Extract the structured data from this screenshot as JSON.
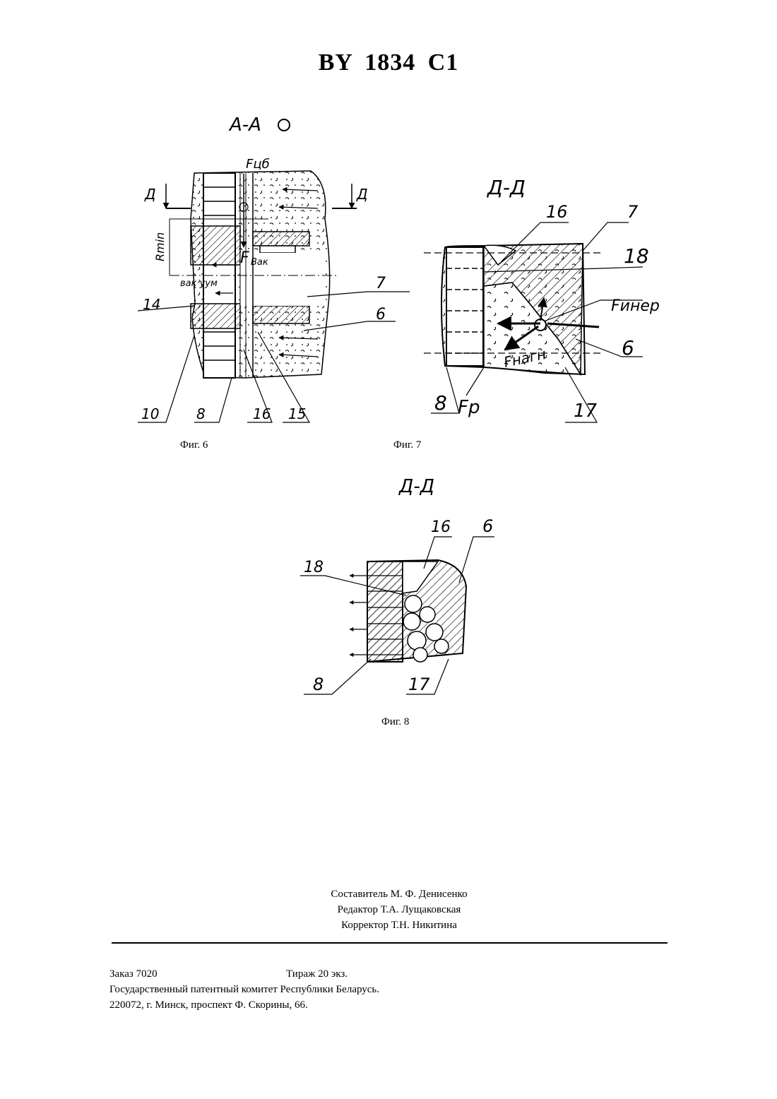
{
  "header": {
    "title": "BY  1834  C1"
  },
  "figures": {
    "fig6": {
      "section_label": "А-А",
      "caption": "Фиг. 6",
      "labels": {
        "f_cb": "Fцб",
        "d_left": "Д",
        "d_right": "Д",
        "r_min": "Rmin",
        "f": "F",
        "vak": "Вак",
        "vakuum": "вак уум",
        "n14": "14",
        "n7": "7",
        "n6": "6",
        "n10": "10",
        "n8": "8",
        "n16": "16",
        "n15": "15"
      }
    },
    "fig7": {
      "section_label": "Д-Д",
      "caption": "Фиг. 7",
      "labels": {
        "n16": "16",
        "n7": "7",
        "n18": "18",
        "f_iner": "Fинер",
        "n6": "6",
        "f_nagn": "Fнагн",
        "n8": "8",
        "f_p": "Fp",
        "n17": "17"
      }
    },
    "fig8": {
      "section_label": "Д-Д",
      "caption": "Фиг. 8",
      "labels": {
        "n16": "16",
        "n6": "6",
        "n18": "18",
        "n8": "8",
        "n17": "17"
      }
    }
  },
  "credits": {
    "compiler": "Составитель М. Ф. Денисенко",
    "editor": "Редактор Т.А. Лущаковская",
    "proofreader": "Корректор Т.Н. Никитина"
  },
  "footer": {
    "order": "Заказ  7020",
    "circulation": "Тираж  20 экз.",
    "org": "Государственный патентный комитет Республики Беларусь.",
    "address": "220072, г. Минск, проспект Ф. Скорины, 66."
  }
}
